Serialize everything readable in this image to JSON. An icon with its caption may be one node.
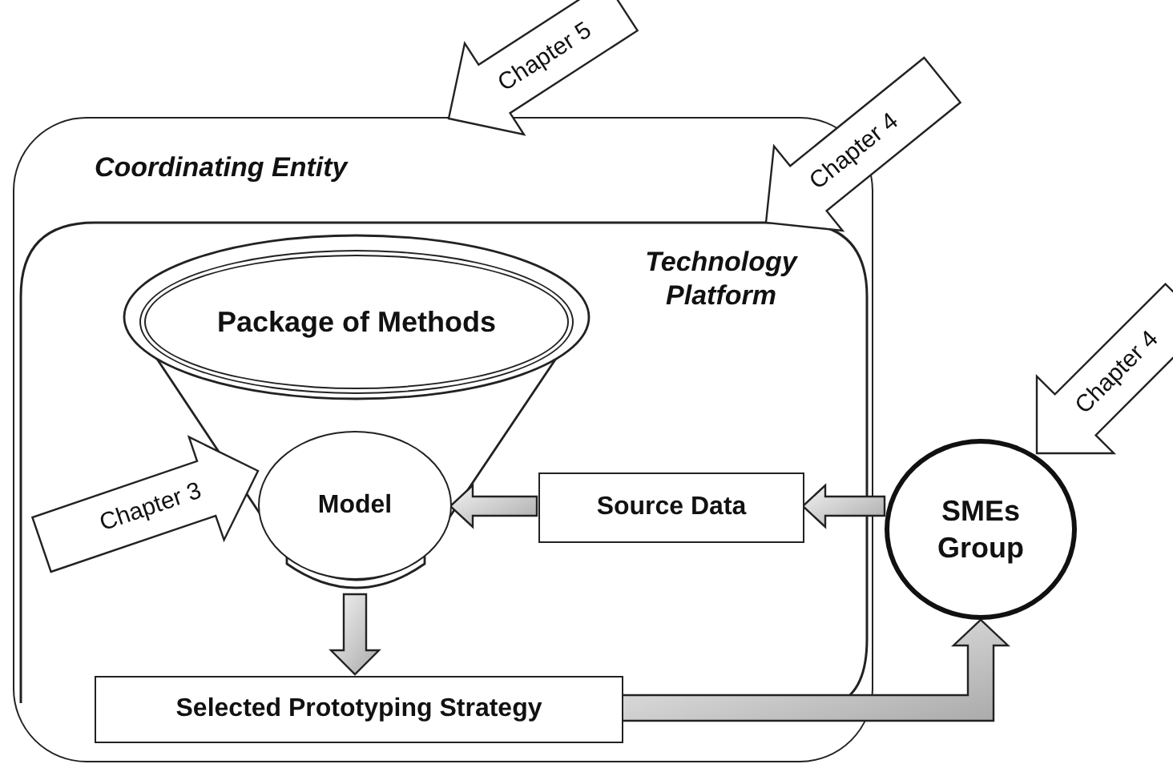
{
  "diagram": {
    "nodes": [
      {
        "text": [
          "Coordinating Entity"
        ]
      },
      {
        "text": [
          "Technology Platform"
        ],
        "in": 0
      },
      {
        "text": [],
        "shape": "funnel",
        "in": 1
      },
      {
        "text": [
          "Package of Methods"
        ],
        "in": 2
      },
      {
        "text": [
          "Model"
        ],
        "in": 2
      },
      {
        "text": [
          "Source Data"
        ],
        "in": 1
      },
      {
        "text": [
          "Selected Prototyping Strategy"
        ],
        "in": 0
      },
      {
        "text": [
          "SMEs Group"
        ]
      }
    ],
    "edges": [
      {
        "from": 7,
        "to": 5,
        "arrow": "to"
      },
      {
        "from": 5,
        "to": 4,
        "arrow": "to"
      },
      {
        "from": 2,
        "to": 6,
        "arrow": "to"
      },
      {
        "from": 6,
        "to": 7,
        "arrow": "to"
      },
      {
        "from": null,
        "to": 0,
        "arrow": "to",
        "label": "Chapter 5"
      },
      {
        "from": null,
        "to": 1,
        "arrow": "to",
        "label": "Chapter 4"
      },
      {
        "from": null,
        "to": 7,
        "arrow": "to",
        "label": "Chapter 4"
      },
      {
        "from": null,
        "to": 4,
        "arrow": "to",
        "label": "Chapter 3"
      }
    ]
  }
}
